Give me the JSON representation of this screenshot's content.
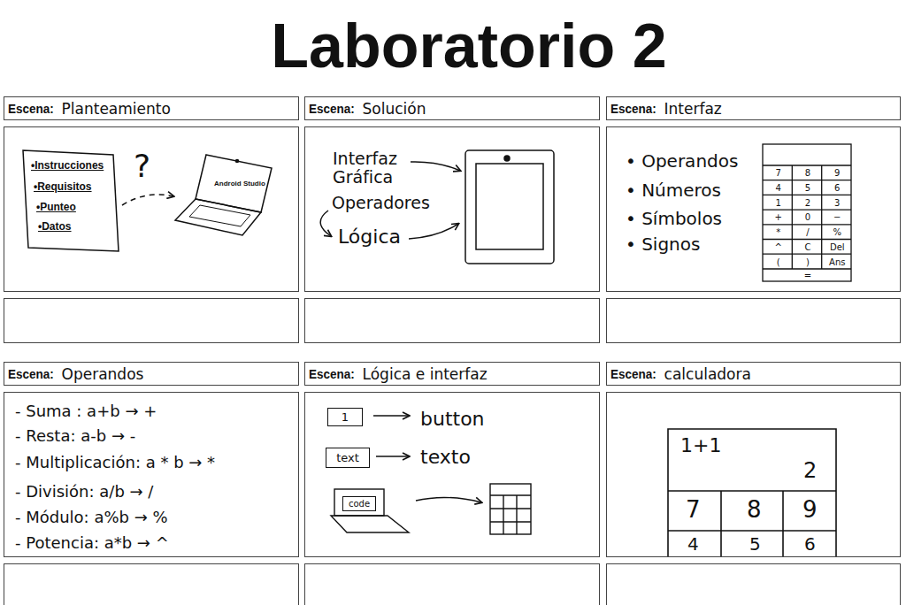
{
  "diagram": {
    "title": "Laboratorio 2",
    "nodes": [
      {
        "text": [
          "Escena:",
          "Planteamiento"
        ]
      },
      {
        "text": [
          "•Instrucciones",
          "•Requisitos",
          "•Punteo",
          "•Datos",
          "?",
          "Android Studio"
        ]
      },
      {
        "text": [
          "Escena:",
          "Solución"
        ]
      },
      {
        "text": [
          "Interfaz Gráfica",
          "Operadores",
          "Lógica"
        ]
      },
      {
        "text": [
          "Escena:",
          "Interfaz"
        ]
      },
      {
        "text": [
          "• Operandos",
          "• Números",
          "• Símbolos",
          "• Signos",
          "7",
          "8",
          "9",
          "4",
          "5",
          "6",
          "1",
          "2",
          "3",
          "+",
          "0",
          "−",
          "*",
          "/",
          "%",
          "^",
          "C",
          "Del",
          "(",
          ")",
          "Ans",
          "="
        ]
      },
      {
        "text": [
          "Escena:",
          "Operandos"
        ]
      },
      {
        "text": [
          "- Suma : a+b → +",
          "- Resta: a-b → -",
          "- Multiplicación: a * b → *",
          "- División: a/b → /",
          "- Módulo: a%b → %",
          "- Potencia: a*b → ^"
        ]
      },
      {
        "text": [
          "Escena:",
          "Lógica e interfaz"
        ]
      },
      {
        "text": [
          "button",
          "texto"
        ]
      },
      {
        "text": [
          "1"
        ],
        "in": 9
      },
      {
        "text": [
          "text"
        ],
        "in": 9
      },
      {
        "text": [
          "code"
        ],
        "in": 9
      },
      {
        "text": [
          "Escena:",
          "calculadora"
        ]
      },
      {
        "text": [
          "1+1",
          "2",
          "7",
          "8",
          "9",
          "4",
          "5",
          "6"
        ]
      }
    ]
  }
}
